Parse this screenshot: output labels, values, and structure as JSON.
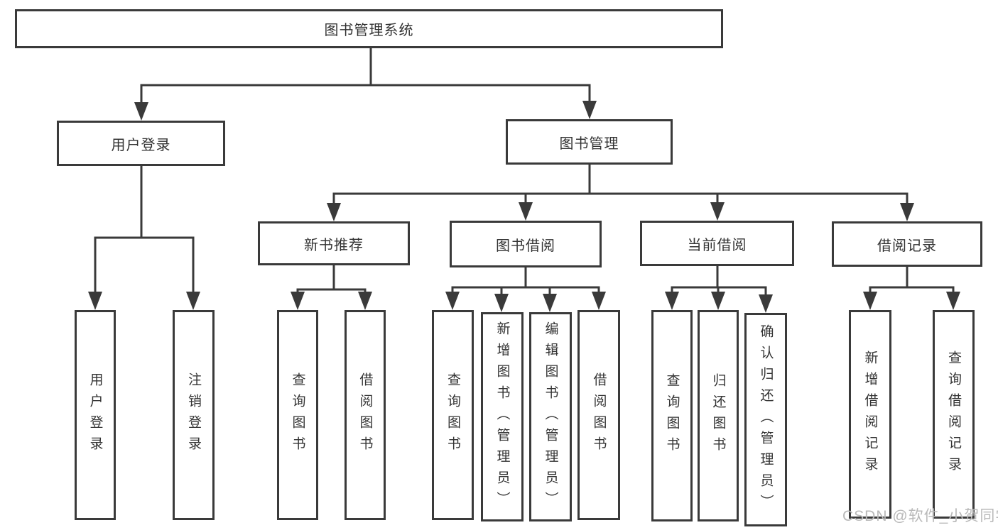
{
  "diagram_type": "hierarchy-flowchart",
  "tree": {
    "root": {
      "label": "图书管理系统",
      "children": [
        {
          "label": "用户登录",
          "children": [
            {
              "label": "用户登录"
            },
            {
              "label": "注销登录"
            }
          ]
        },
        {
          "label": "图书管理",
          "children": [
            {
              "label": "新书推荐",
              "children": [
                {
                  "label": "查询图书"
                },
                {
                  "label": "借阅图书"
                }
              ]
            },
            {
              "label": "图书借阅",
              "children": [
                {
                  "label": "查询图书"
                },
                {
                  "label": "新增图书（管理员）"
                },
                {
                  "label": "编辑图书（管理员）"
                },
                {
                  "label": "借阅图书"
                }
              ]
            },
            {
              "label": "当前借阅",
              "children": [
                {
                  "label": "查询图书"
                },
                {
                  "label": "归还图书"
                },
                {
                  "label": "确认归还（管理员）"
                }
              ]
            },
            {
              "label": "借阅记录",
              "children": [
                {
                  "label": "新增借阅记录"
                },
                {
                  "label": "查询借阅记录"
                }
              ]
            }
          ]
        }
      ]
    }
  },
  "watermark": {
    "text": "CSDN @软件_小贺同学"
  },
  "colors": {
    "line": "#3a3a3a",
    "box_border": "#3a3a3a",
    "text": "#333333",
    "watermark_text": "#b9b9b9",
    "background": "#ffffff"
  }
}
